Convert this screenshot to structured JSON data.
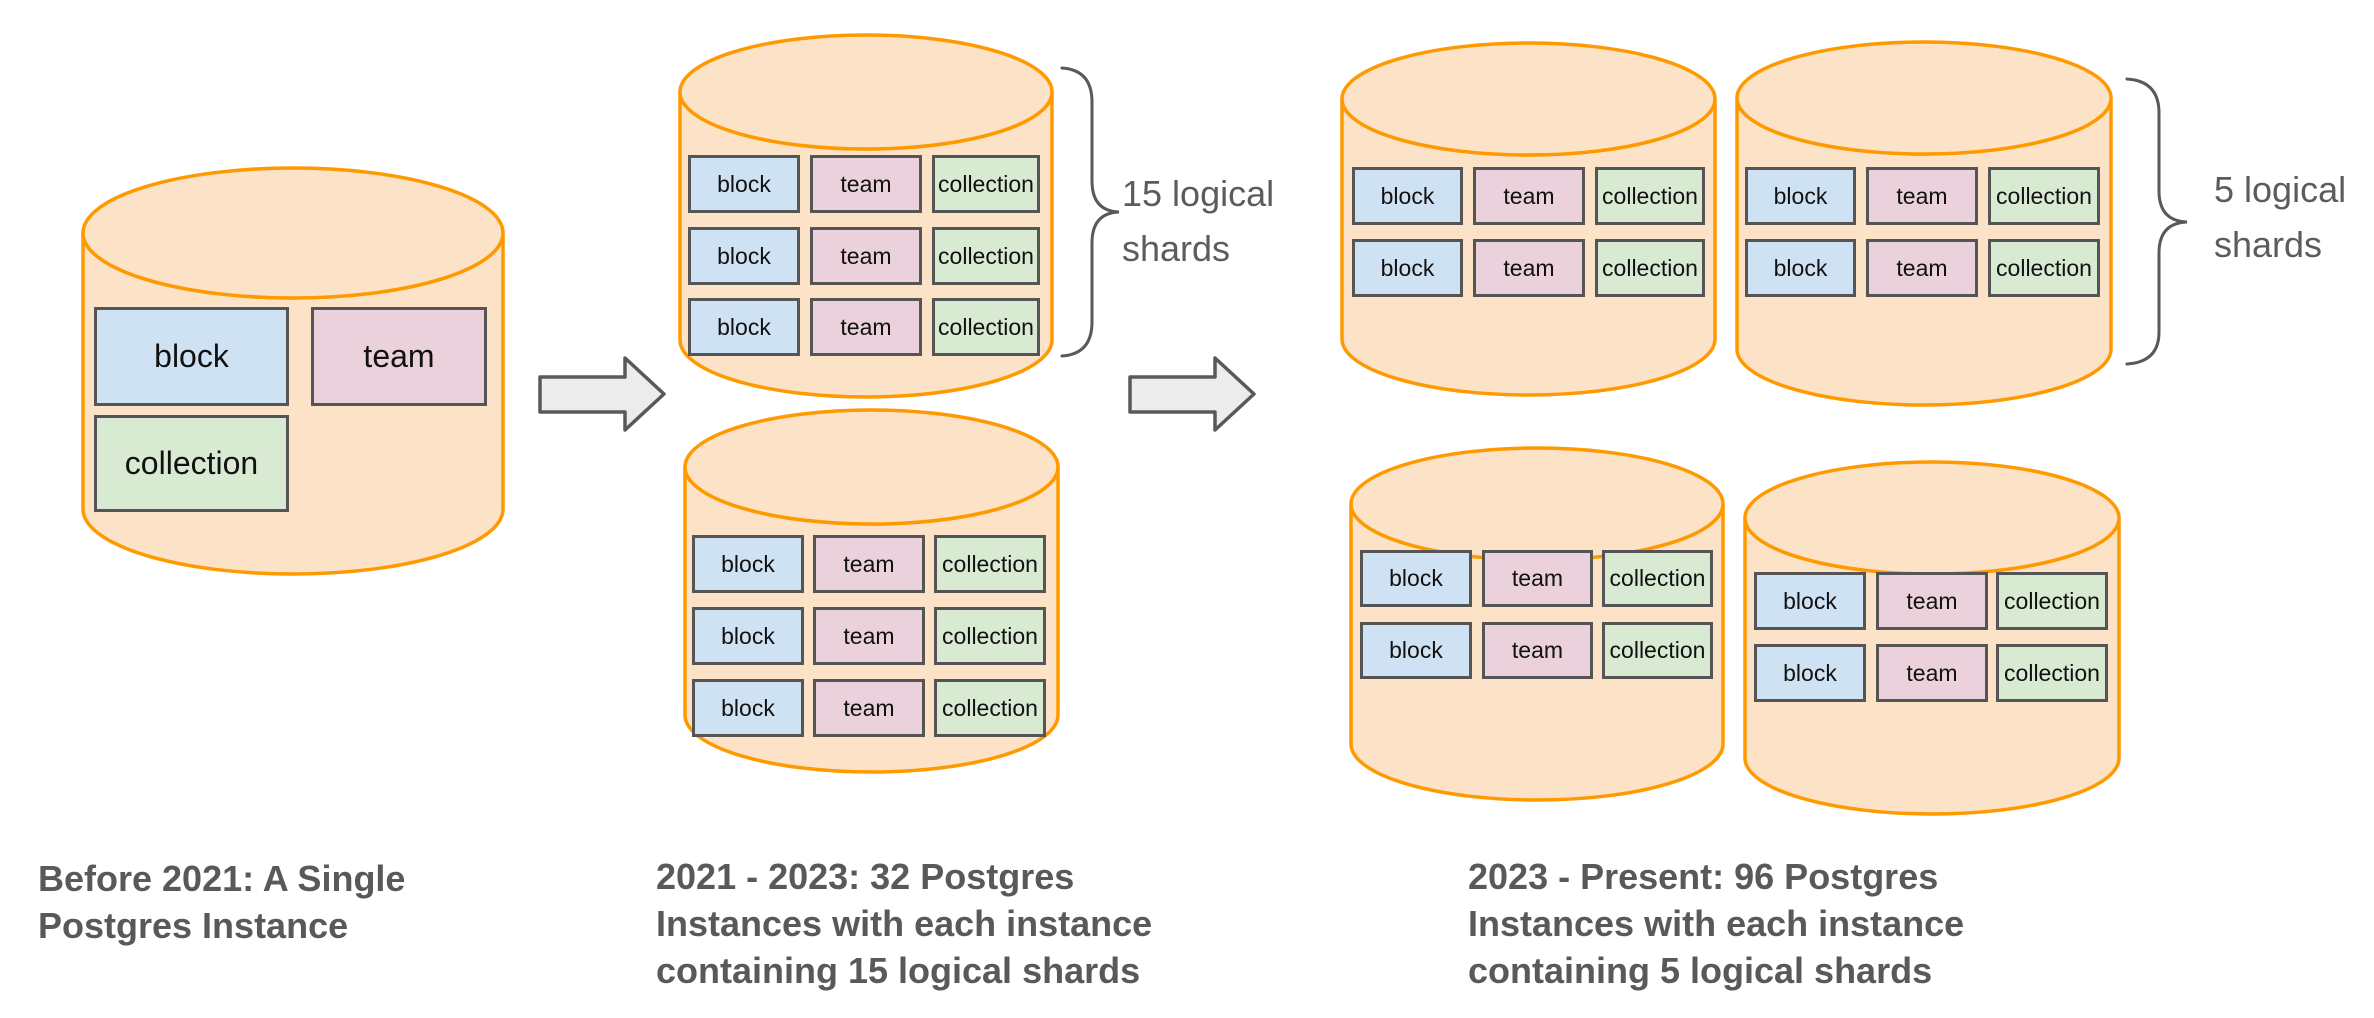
{
  "table_labels": {
    "block": "block",
    "team": "team",
    "collection": "collection"
  },
  "stages": [
    {
      "caption_lines": [
        "Before 2021: A Single",
        "Postgres Instance"
      ]
    },
    {
      "caption_lines": [
        "2021 - 2023: 32 Postgres",
        "Instances with each instance",
        "containing 15 logical shards"
      ],
      "shard_label_lines": [
        "15 logical",
        "shards"
      ]
    },
    {
      "caption_lines": [
        "2023 - Present: 96 Postgres",
        "Instances with each instance",
        "containing 5 logical shards"
      ],
      "shard_label_lines": [
        "5 logical",
        "shards"
      ]
    }
  ],
  "colors": {
    "cylinder_fill": "#FCE3C7",
    "cylinder_stroke": "#FF9900",
    "block_fill": "#CFE2F3",
    "team_fill": "#EAD1DC",
    "collection_fill": "#D9EAD3",
    "chip_border": "#555555",
    "chip_text": "#111111",
    "caption_text": "#595959",
    "shard_label_text": "#5C5C5C",
    "arrow_fill": "#ECECEC",
    "arrow_stroke": "#595959",
    "brace_stroke": "#595959"
  }
}
